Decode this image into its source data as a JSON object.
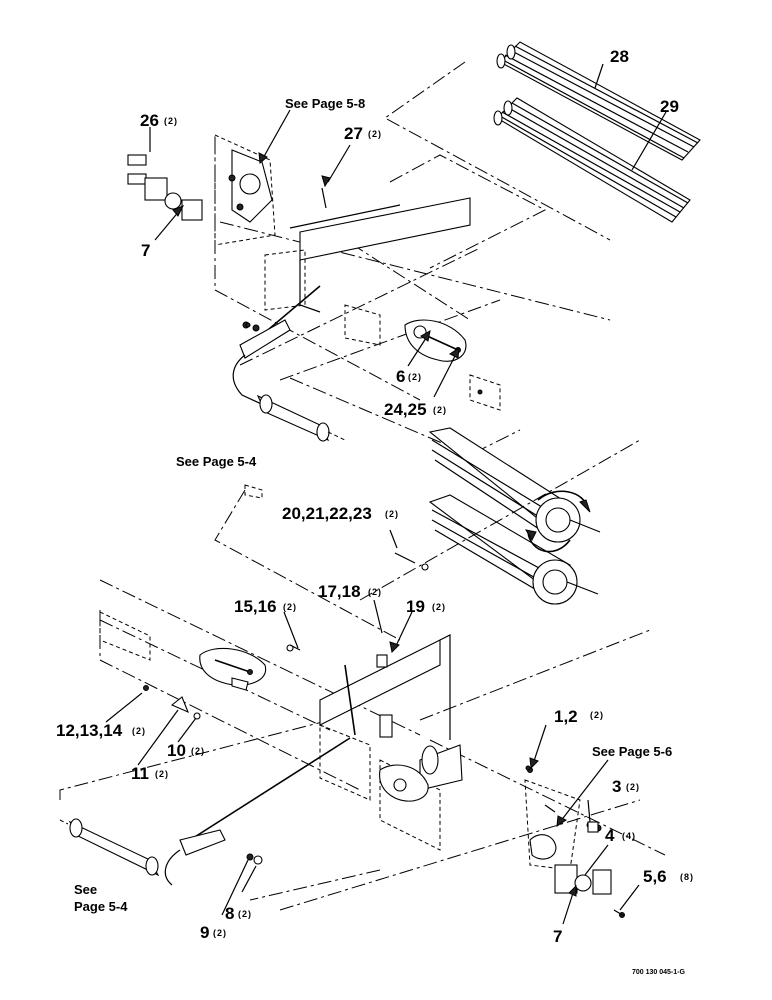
{
  "diagram": {
    "callouts": [
      {
        "id": "c28",
        "number": "28",
        "qty": ""
      },
      {
        "id": "c29",
        "number": "29",
        "qty": ""
      },
      {
        "id": "c26",
        "number": "26",
        "qty": "(2)"
      },
      {
        "id": "c27",
        "number": "27",
        "qty": "(2)"
      },
      {
        "id": "c7a",
        "number": "7",
        "qty": ""
      },
      {
        "id": "c6",
        "number": "6",
        "qty": "(2)"
      },
      {
        "id": "c2425",
        "number": "24,25",
        "qty": "(2)"
      },
      {
        "id": "c20",
        "number": "20,21,22,23",
        "qty": "(2)"
      },
      {
        "id": "c1718",
        "number": "17,18",
        "qty": "(2)"
      },
      {
        "id": "c1516",
        "number": "15,16",
        "qty": "(2)"
      },
      {
        "id": "c19",
        "number": "19",
        "qty": "(2)"
      },
      {
        "id": "c12",
        "number": "12,13,14",
        "qty": "(2)"
      },
      {
        "id": "c10",
        "number": "10",
        "qty": "(2)"
      },
      {
        "id": "c11",
        "number": "11",
        "qty": "(2)"
      },
      {
        "id": "c12b",
        "number": "1,2",
        "qty": "(2)"
      },
      {
        "id": "c3",
        "number": "3",
        "qty": "(2)"
      },
      {
        "id": "c4",
        "number": "4",
        "qty": "(4)"
      },
      {
        "id": "c56",
        "number": "5,6",
        "qty": "(8)"
      },
      {
        "id": "c7b",
        "number": "7",
        "qty": ""
      },
      {
        "id": "c8",
        "number": "8",
        "qty": "(2)"
      },
      {
        "id": "c9",
        "number": "9",
        "qty": "(2)"
      }
    ],
    "page_refs": {
      "p58": "See Page 5-8",
      "p54a": "See Page 5-4",
      "p56": "See Page 5-6",
      "p54b_line1": "See",
      "p54b_line2": "Page 5-4"
    },
    "figure_code": "700 130 045-1-G"
  }
}
